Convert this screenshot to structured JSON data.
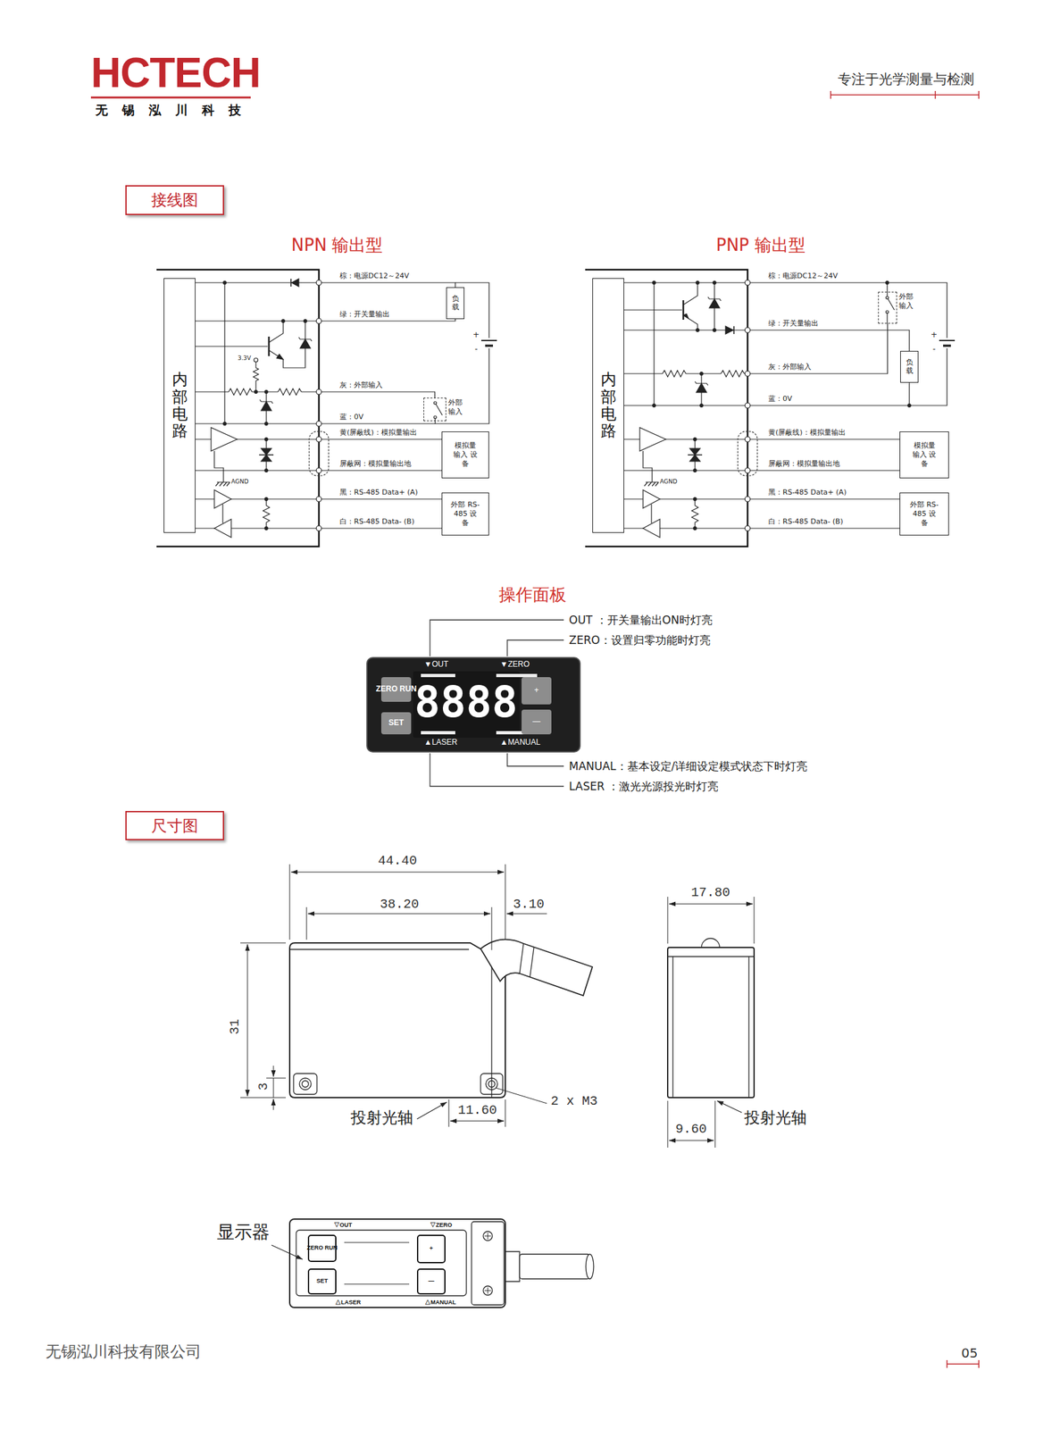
{
  "diagram": {
    "nodes": [
      {
        "text": [
          "接线图"
        ]
      },
      {
        "text": [
          "内部电路"
        ]
      },
      {
        "text": [
          "负载"
        ]
      },
      {
        "text": [
          "外部 输入"
        ]
      },
      {
        "text": [
          "模拟量 输入 设备"
        ]
      },
      {
        "text": [
          "外部 RS-485 设备"
        ]
      },
      {
        "text": [
          "内部电路"
        ]
      },
      {
        "text": [
          "外部 输入"
        ]
      },
      {
        "text": [
          "负载"
        ]
      },
      {
        "text": [
          "模拟量 输入 设备"
        ]
      },
      {
        "text": [
          "外部 RS-485 设备"
        ]
      },
      {
        "text": [
          "▼OUT",
          "▼ZERO",
          "8888",
          "▲LASER",
          "▲MANUAL"
        ]
      },
      {
        "text": [
          "ZERO RUN"
        ],
        "in": 11
      },
      {
        "text": [
          "SET"
        ],
        "in": 11
      },
      {
        "text": [
          "+"
        ],
        "in": 11
      },
      {
        "text": [
          "—"
        ],
        "in": 11
      },
      {
        "text": [
          "尺寸图"
        ]
      },
      {
        "text": [
          "▽OUT",
          "▽ZERO",
          "△LASER",
          "△MANUAL"
        ]
      },
      {
        "text": [
          "ZERO RUN"
        ],
        "in": 17
      },
      {
        "text": [
          "SET"
        ],
        "in": 17
      },
      {
        "text": [
          "+"
        ],
        "in": 17
      },
      {
        "text": [
          "—"
        ],
        "in": 17
      }
    ],
    "edges": [
      {
        "from": 1,
        "to": 2,
        "arrow": "none"
      },
      {
        "from": 1,
        "to": 3,
        "arrow": "none"
      },
      {
        "from": 1,
        "to": 4,
        "arrow": "none"
      },
      {
        "from": 1,
        "to": 4,
        "arrow": "none"
      },
      {
        "from": 1,
        "to": 5,
        "arrow": "none"
      },
      {
        "from": 1,
        "to": 5,
        "arrow": "none"
      },
      {
        "from": 6,
        "to": 7,
        "arrow": "none"
      },
      {
        "from": 6,
        "to": 8,
        "arrow": "none"
      },
      {
        "from": 6,
        "to": 9,
        "arrow": "none"
      },
      {
        "from": 6,
        "to": 9,
        "arrow": "none"
      },
      {
        "from": 6,
        "to": 10,
        "arrow": "none"
      },
      {
        "from": 6,
        "to": 10,
        "arrow": "none"
      }
    ],
    "labels": [
      "HCTECH",
      "无锡泓川科技",
      "专注于光学测量与检测",
      "NPN 输出型",
      "PNP 输出型",
      "棕：电源DC12～24V",
      "绿：开关量输出",
      "灰：外部输入",
      "蓝：0V",
      "黄(屏蔽线)：模拟量输出",
      "屏蔽网：模拟量输出地",
      "黑：RS-485 Data+ (A)",
      "白：RS-485 Data- (B)",
      "3.3V",
      "AGND",
      "+",
      "-",
      "棕：电源DC12～24V",
      "绿：开关量输出",
      "灰：外部输入",
      "蓝：0V",
      "黄(屏蔽线)：模拟量输出",
      "屏蔽网：模拟量输出地",
      "黑：RS-485 Data+ (A)",
      "白：RS-485 Data- (B)",
      "AGND",
      "+",
      "-",
      "操作面板",
      "OUT ：开关量输出ON时灯亮",
      "ZERO：设置归零功能时灯亮",
      "MANUAL：基本设定/详细设定模式状态下时灯亮",
      "LASER ：激光光源投光时灯亮",
      "44.40",
      "38.20",
      "3.10",
      "31",
      "3",
      "投射光轴",
      "11.60",
      "2 x M3",
      "17.80",
      "9.60",
      "投射光轴",
      "显示器",
      "无锡泓川科技有限公司",
      "05"
    ]
  }
}
